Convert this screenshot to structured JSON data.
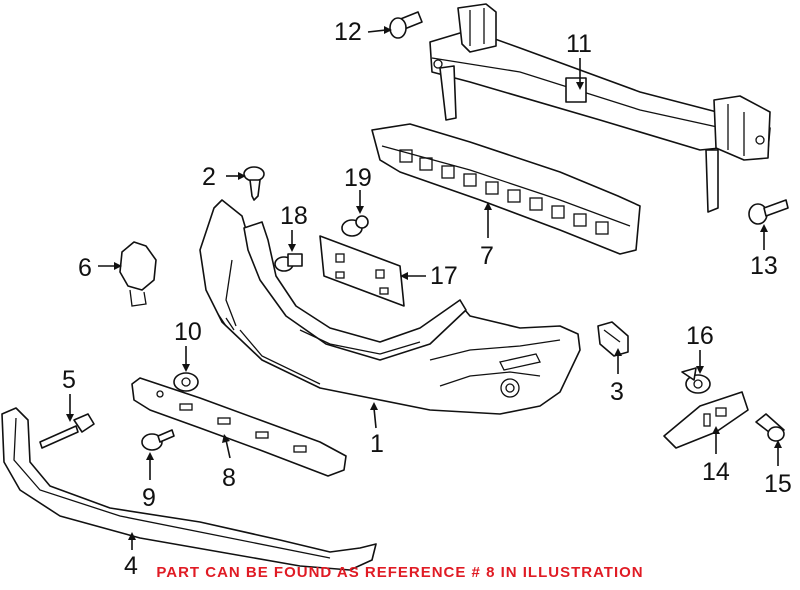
{
  "callouts": {
    "c1": "1",
    "c2": "2",
    "c3": "3",
    "c4": "4",
    "c5": "5",
    "c6": "6",
    "c7": "7",
    "c8": "8",
    "c9": "9",
    "c10": "10",
    "c11": "11",
    "c12": "12",
    "c13": "13",
    "c14": "14",
    "c15": "15",
    "c16": "16",
    "c17": "17",
    "c18": "18",
    "c19": "19"
  },
  "note": "PART CAN BE FOUND AS REFERENCE # 8 IN ILLUSTRATION",
  "colors": {
    "note": "#e01b24",
    "linework": "#111111",
    "background": "#ffffff"
  }
}
